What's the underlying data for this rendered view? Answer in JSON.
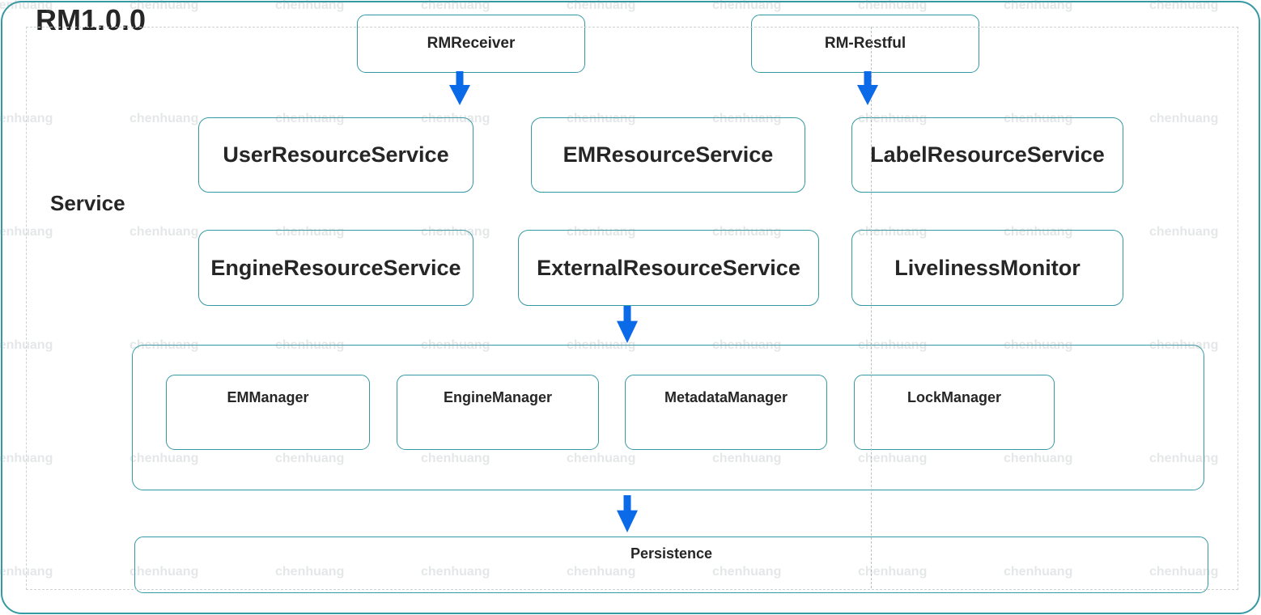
{
  "title": "RM1.0.0",
  "section_label": "Service",
  "watermark": {
    "text": "chenhuang"
  },
  "colors": {
    "teal": "#3599a3",
    "arrow_blue": "#0b6ae7",
    "text_dark": "#262626",
    "dashed_gray": "#cdd2d3",
    "guide_gray": "#b9c0c1",
    "watermark_gray": "#8a9598"
  },
  "nodes": {
    "rm_receiver": {
      "label": "RMReceiver"
    },
    "rm_restful": {
      "label": "RM-Restful"
    },
    "user_resource_service": {
      "label": "UserResourceService"
    },
    "em_resource_service": {
      "label": "EMResourceService"
    },
    "label_resource_service": {
      "label": "LabelResourceService"
    },
    "engine_resource_service": {
      "label": "EngineResourceService"
    },
    "external_resource_service": {
      "label": "ExternalResourceService"
    },
    "liveliness_monitor": {
      "label": "LivelinessMonitor"
    },
    "em_manager": {
      "label": "EMManager"
    },
    "engine_manager": {
      "label": "EngineManager"
    },
    "metadata_manager": {
      "label": "MetadataManager"
    },
    "lock_manager": {
      "label": "LockManager"
    },
    "persistence": {
      "label": "Persistence"
    }
  }
}
